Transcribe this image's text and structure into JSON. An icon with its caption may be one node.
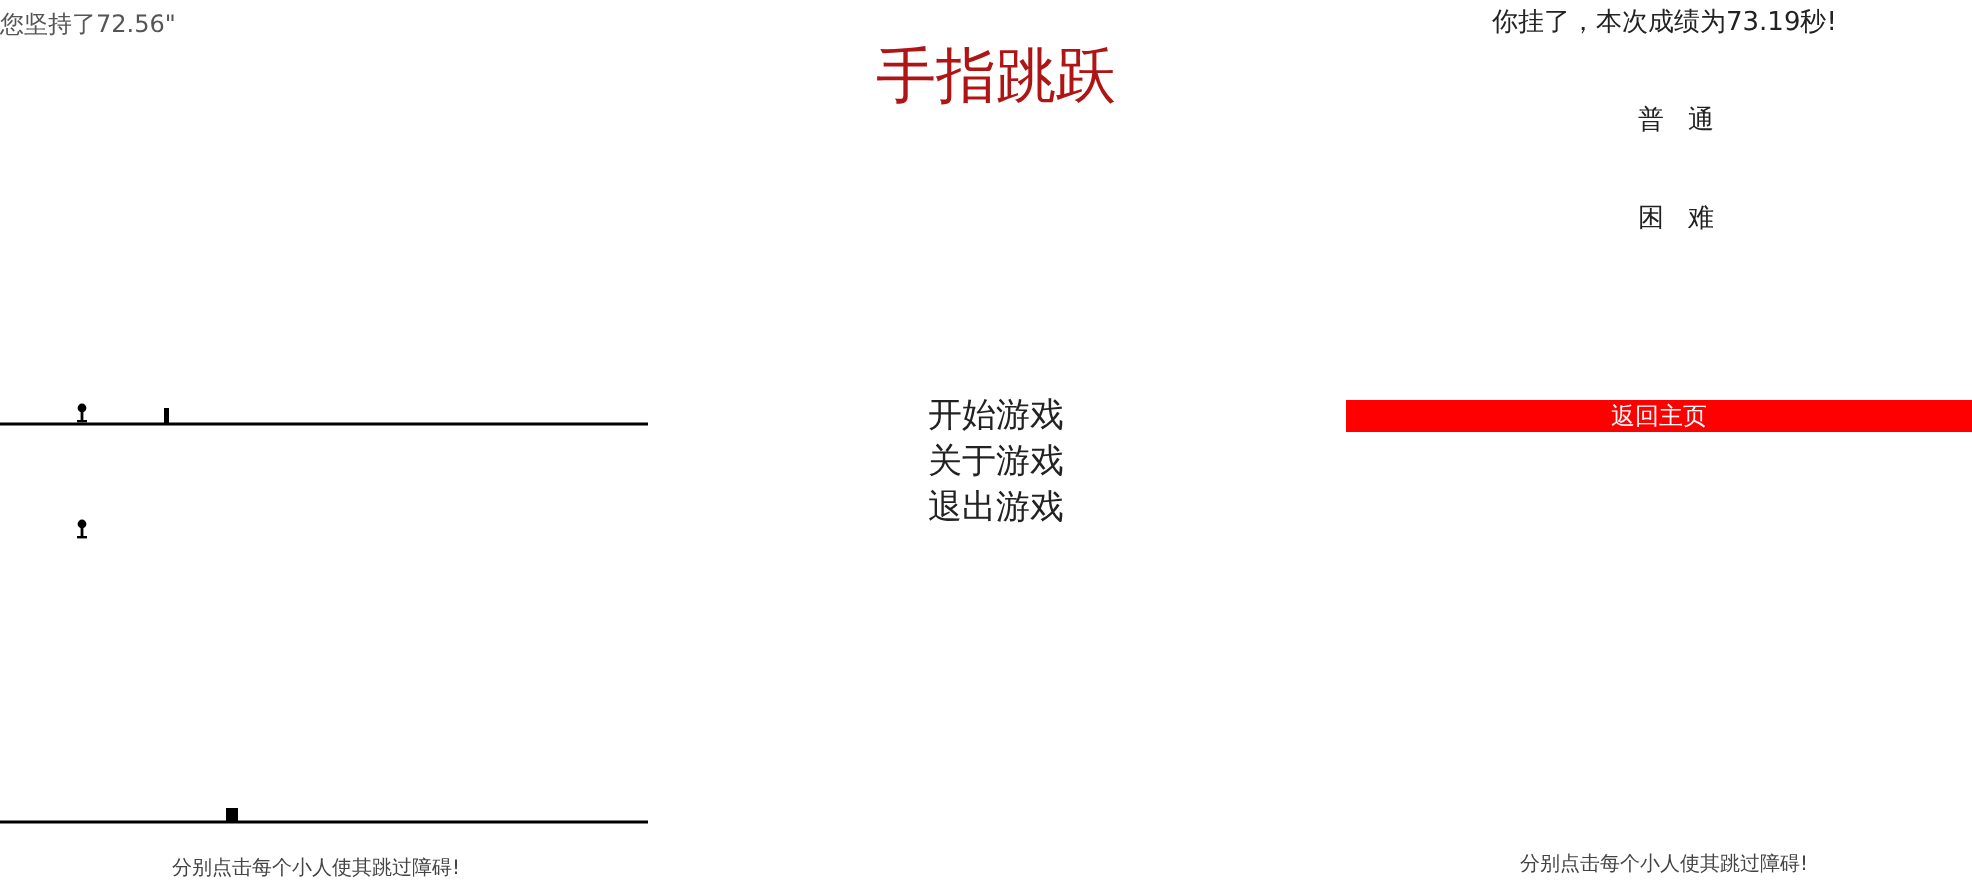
{
  "diagram": {
    "nodes": [
      {
        "text": [
          "返回主页"
        ]
      }
    ],
    "labels": [
      "您坚持了72.56\"",
      "手指跳跃",
      "开始游戏",
      "关于游戏",
      "退出游戏",
      "你挂了，本次成绩为73.19秒!",
      "普通",
      "困难",
      "分别点击每个小人使其跳过障碍!",
      "分别点击每个小人使其跳过障碍!"
    ]
  }
}
